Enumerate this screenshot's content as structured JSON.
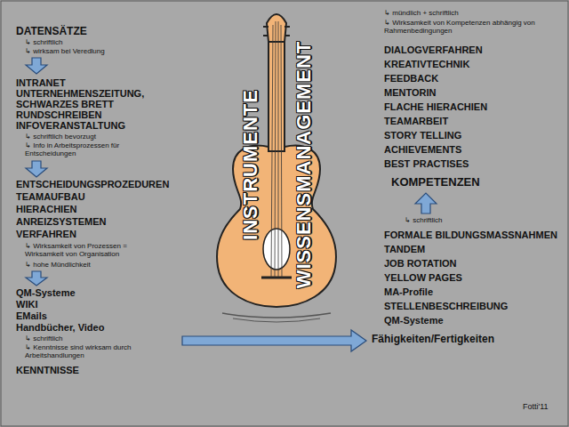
{
  "diagram": {
    "title": "INSTRUMENTE WISSENSMANAGEMENT",
    "labels": [
      "DATENSÄTZE",
      "↳ schriftlich",
      "↳ wirksam bei Veredlung",
      "INTRANET",
      "UNTERNEHMENSZEITUNG,",
      "SCHWARZES BRETT",
      "RUNDSCHREIBEN",
      "INFOVERANSTALTUNG",
      "↳ schriftlich bevorzugt",
      "↳ Info in Arbeitsprozessen für Entscheidungen",
      "ENTSCHEIDUNGSPROZEDUREN",
      "TEAMAUFBAU",
      "HIERACHIEN",
      "ANREIZSYSTEMEN",
      "VERFAHREN",
      "↳ Wirksamkeit von Prozessen = Wirksamkeit von Organisation",
      "↳ hohe Mündlichkeit",
      "QM-Systeme",
      "WIKI",
      "EMails",
      "Handbücher, Video",
      "↳ schriftlich",
      "↳ Kenntnisse sind wirksam durch Arbeitshandlungen",
      "KENNTNISSE",
      "↳ mündlich + schriftlich",
      "↳ Wirksamkeit von Kompetenzen abhängig von Rahmenbedingungen",
      "DIALOGVERFAHREN",
      "KREATIVTECHNIK",
      "FEEDBACK",
      "MENTORIN",
      "FLACHE HIERACHIEN",
      "TEAMARBEIT",
      "STORY TELLING",
      "ACHIEVEMENTS",
      "BEST PRACTISES",
      "KOMPETENZEN",
      "↳ schriftlich",
      "FORMALE BILDUNGSMASSNAHMEN",
      "TANDEM",
      "JOB ROTATION",
      "YELLOW PAGES",
      "MA-Profile",
      "STELLENBESCHREIBUNG",
      "QM-Systeme",
      "Fähigkeiten/Fertigkeiten",
      "Fotti'11"
    ]
  }
}
